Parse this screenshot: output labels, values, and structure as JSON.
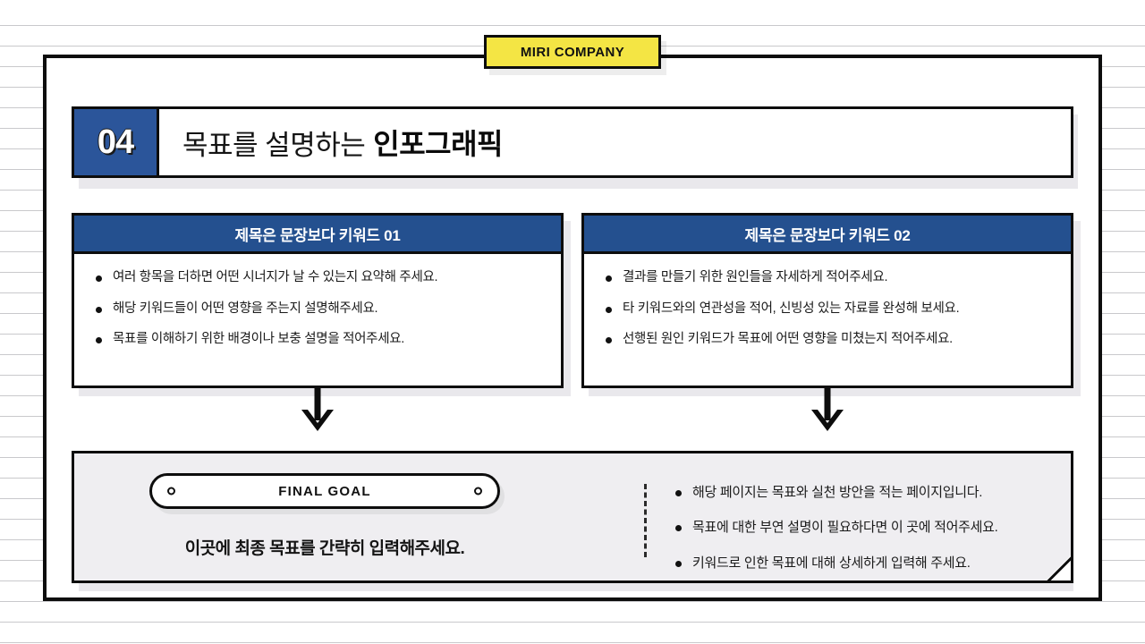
{
  "background": {
    "style": "ruled-notebook-lines",
    "line_color": "#c9c9cc",
    "page_color": "#ffffff"
  },
  "badge": {
    "company_name": "MIRI COMPANY",
    "fill_color": "#F4E544"
  },
  "title": {
    "number": "04",
    "number_bg": "#2B559A",
    "text_normal": "목표를 설명하는",
    "text_strong": "인포그래픽"
  },
  "cards": [
    {
      "id": "card-1",
      "header": "제목은 문장보다 키워드 01",
      "header_color": "#24508F",
      "bullets": [
        "여러 항목을 더하면 어떤 시너지가 날 수 있는지 요약해 주세요.",
        "해당 키워드들이 어떤 영향을 주는지 설명해주세요.",
        "목표를 이해하기 위한 배경이나 보충 설명을 적어주세요."
      ]
    },
    {
      "id": "card-2",
      "header": "제목은 문장보다 키워드 02",
      "header_color": "#24508F",
      "bullets": [
        "결과를 만들기 위한 원인들을 자세하게 적어주세요.",
        "타 키워드와의 연관성을 적어, 신빙성 있는 자료를 완성해 보세요.",
        "선행된 원인 키워드가 목표에 어떤 영향을 미쳤는지 적어주세요."
      ]
    }
  ],
  "arrows": {
    "icon": "arrow-down-icon",
    "count": 2
  },
  "final": {
    "pill_label": "FINAL GOAL",
    "caption": "이곳에 최종 목표를 간략히 입력해주세요.",
    "box_bg": "#EFEEF1",
    "bullets": [
      "해당 페이지는 목표와 실천 방안을 적는 페이지입니다.",
      "목표에 대한 부연 설명이 필요하다면 이 곳에 적어주세요.",
      "키워드로 인한 목표에 대해 상세하게 입력해 주세요."
    ]
  }
}
